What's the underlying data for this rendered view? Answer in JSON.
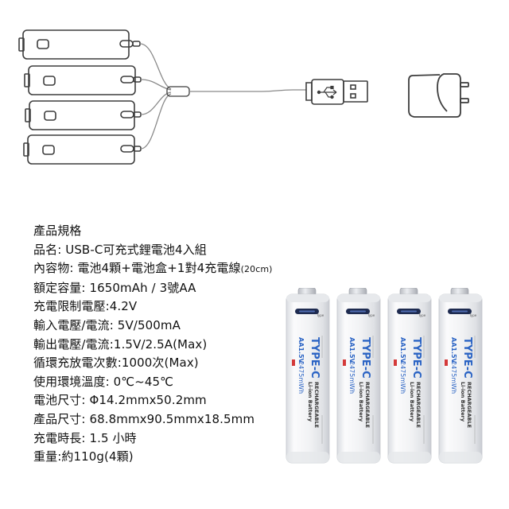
{
  "specs": {
    "heading": "產品規格",
    "items": [
      {
        "label": "品名",
        "sep": ": ",
        "value": "USB-C可充式鋰電池4入組",
        "note": ""
      },
      {
        "label": "內容物",
        "sep": ": ",
        "value": "電池4顆+電池盒+1對4充電線",
        "note": "(20cm)"
      },
      {
        "label": "額定容量",
        "sep": ": ",
        "value": "1650mAh / 3號AA",
        "note": ""
      },
      {
        "label": "充電限制電壓",
        "sep": ":",
        "value": "4.2V",
        "note": ""
      },
      {
        "label": "輸入電壓/電流",
        "sep": ": ",
        "value": "5V/500mA",
        "note": ""
      },
      {
        "label": "輸出電壓/電流",
        "sep": ":",
        "value": "1.5V/2.5A(Max)",
        "note": ""
      },
      {
        "label": "循環充放電次數",
        "sep": ":",
        "value": "1000次(Max)",
        "note": ""
      },
      {
        "label": "使用環境溫度",
        "sep": ": ",
        "value": "0℃~45℃",
        "note": ""
      },
      {
        "label": "電池尺寸",
        "sep": ": ",
        "value": "Φ14.2mmx50.2mm",
        "note": ""
      },
      {
        "label": "產品尺寸",
        "sep": ": ",
        "value": "68.8mmx90.5mmx18.5mm",
        "note": ""
      },
      {
        "label": "充電時長",
        "sep": ": ",
        "value": "1.5 小時",
        "note": ""
      },
      {
        "label": "重量",
        "sep": ":",
        "value": "約110g(4顆)",
        "note": ""
      }
    ]
  },
  "battery": {
    "count": 4,
    "brand": "TYPE-C",
    "line1": "RECHARGEABLE",
    "line2": "Li-ion Battery",
    "model": "AA1.5V",
    "energy": "2475mWh",
    "small_top": "Type",
    "colors": {
      "body": "#f4f5f7",
      "accent": "#2a63c4",
      "cap": "#e3e5e9"
    }
  },
  "diagram": {
    "usb_symbol": "usb-trident-icon",
    "colors": {
      "stroke": "#3d3d3d",
      "wire": "#8a8a8a"
    }
  }
}
